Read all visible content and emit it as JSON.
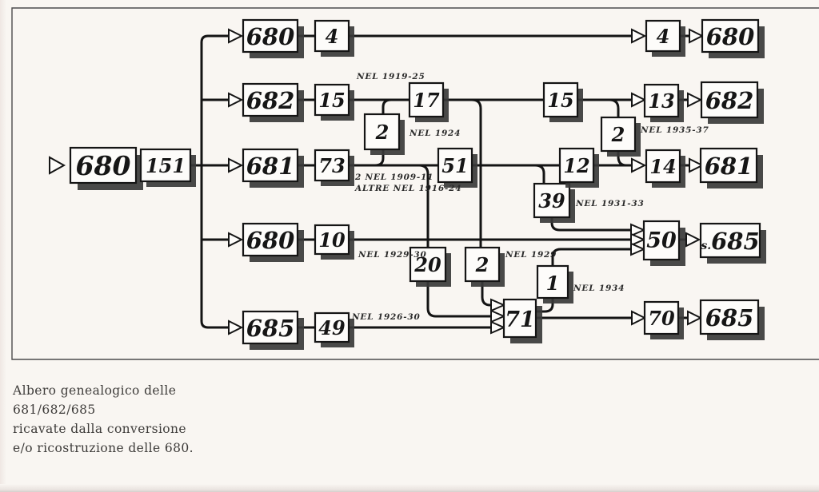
{
  "caption": {
    "l1": "Albero genealogico delle",
    "l2": "681/682/685",
    "l3": "ricavate dalla conversione",
    "l4": "e/o ricostruzione delle 680."
  },
  "diagram": {
    "source": {
      "class": "680",
      "count": "151"
    },
    "row1": {
      "class": "680",
      "count": "4",
      "out_count": "4",
      "out_class": "680"
    },
    "row2": {
      "class": "682",
      "count": "15",
      "n17": "17",
      "n2_1924": "2",
      "n15": "15",
      "n2_1935": "2",
      "out_count": "13",
      "out_class": "682"
    },
    "row3": {
      "class": "681",
      "count": "73",
      "n51": "51",
      "n39": "39",
      "n12": "12",
      "out_count": "14",
      "out_class": "681"
    },
    "row4": {
      "class": "680",
      "count": "10",
      "n20": "20",
      "n2_1929": "2",
      "n50": "50",
      "out_prefix": "s.",
      "out_class": "685"
    },
    "row5": {
      "class": "685",
      "count": "49",
      "n71": "71",
      "n1_1934": "1",
      "n70": "70",
      "out_class": "685"
    },
    "annotations": {
      "nel_1919_25": "NEL 1919-25",
      "nel_1924": "NEL 1924",
      "due_nel_1909_11": "2 NEL 1909-11",
      "altre_nel_1916_24": "ALTRE NEL 1916-24",
      "nel_1935_37": "NEL 1935-37",
      "nel_1931_33": "NEL 1931-33",
      "nel_1929_30": "NEL 1929-30",
      "nel_1929": "NEL 1929",
      "nel_1934": "NEL 1934",
      "nel_1926_30": "NEL 1926-30"
    }
  }
}
